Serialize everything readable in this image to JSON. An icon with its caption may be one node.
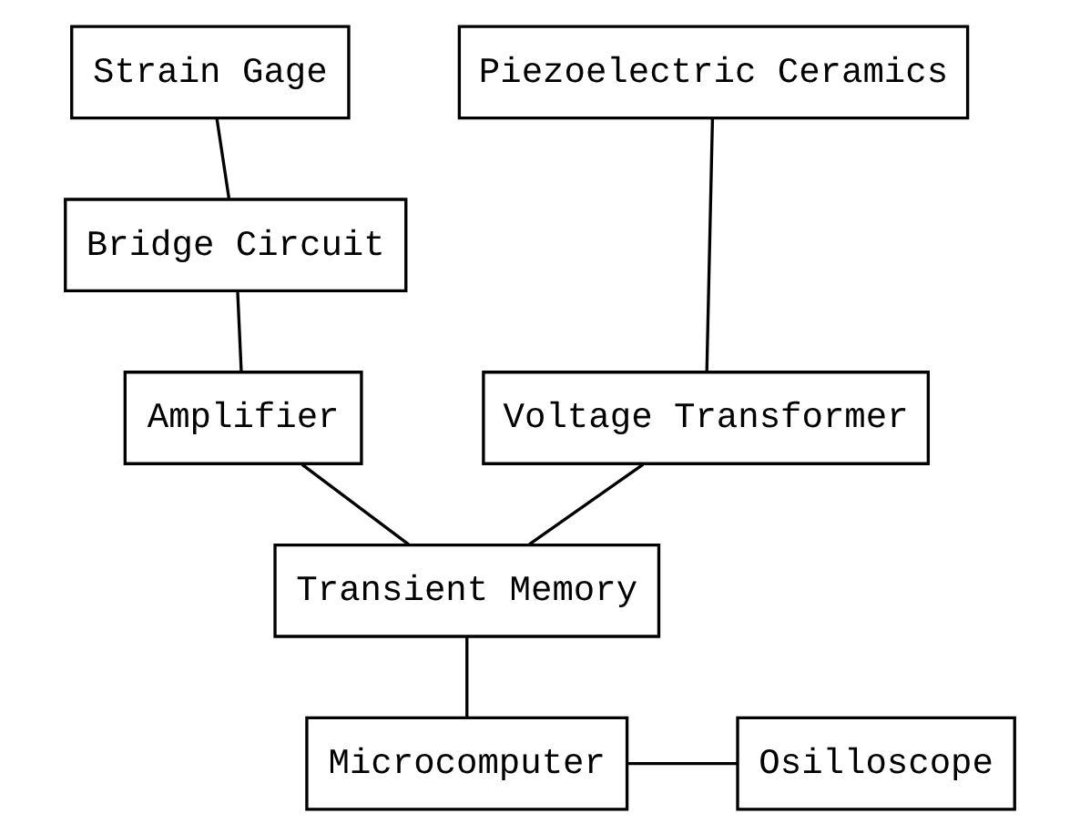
{
  "diagram": {
    "nodes": [
      {
        "text": [
          "Strain Gage"
        ]
      },
      {
        "text": [
          "Piezoelectric Ceramics"
        ]
      },
      {
        "text": [
          "Bridge Circuit"
        ]
      },
      {
        "text": [
          "Voltage Transformer"
        ]
      },
      {
        "text": [
          "Amplifier"
        ]
      },
      {
        "text": [
          "Transient Memory"
        ]
      },
      {
        "text": [
          "Osilloscope"
        ]
      },
      {
        "text": [
          "Microcomputer"
        ]
      }
    ],
    "edges": [
      {
        "from": 0,
        "to": 2,
        "arrow": "none"
      },
      {
        "from": 2,
        "to": 4,
        "arrow": "none"
      },
      {
        "from": 4,
        "to": 5,
        "arrow": "none"
      },
      {
        "from": 1,
        "to": 3,
        "arrow": "none"
      },
      {
        "from": 3,
        "to": 5,
        "arrow": "none"
      },
      {
        "from": 5,
        "to": 7,
        "arrow": "none"
      },
      {
        "from": 7,
        "to": 6,
        "arrow": "none"
      }
    ]
  }
}
